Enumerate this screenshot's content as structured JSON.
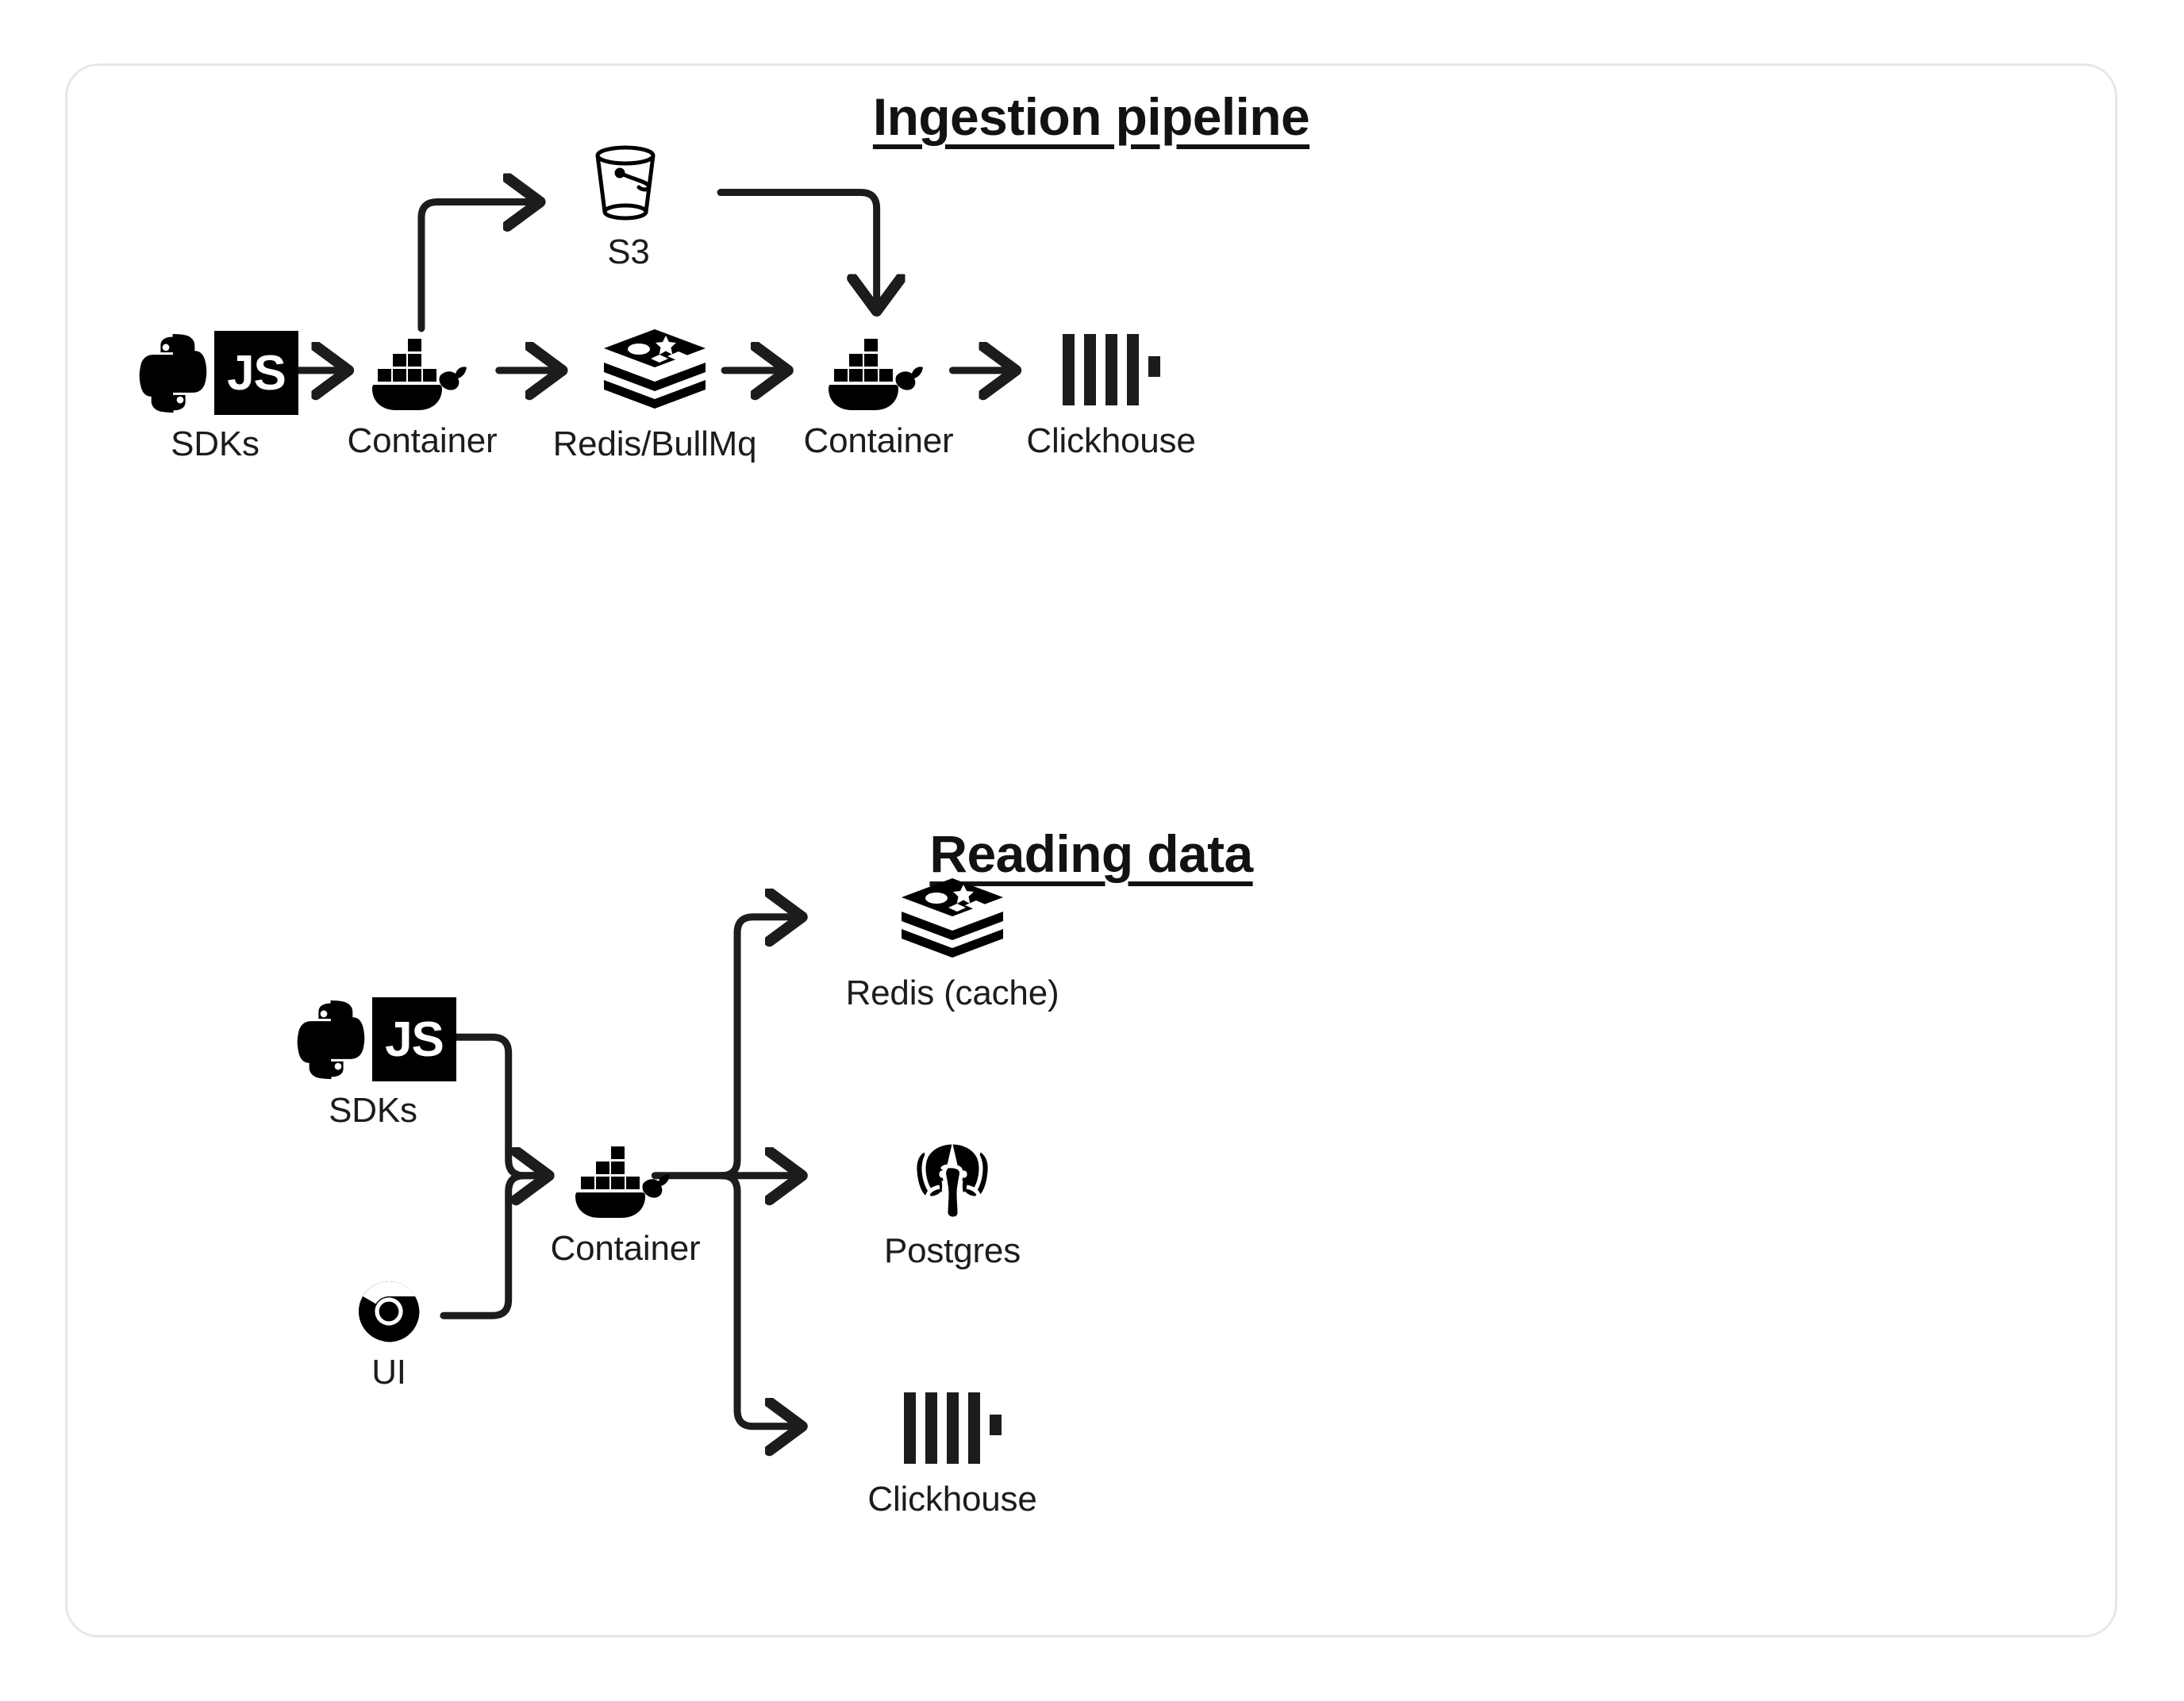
{
  "card": {
    "border_color": "#e7e7e7",
    "background": "#ffffff"
  },
  "sections": [
    {
      "id": "ingestion",
      "title": "Ingestion pipeline",
      "nodes": [
        {
          "id": "sdks-1",
          "label": "SDKs",
          "icon": "python-js-sdk-icon"
        },
        {
          "id": "container-1",
          "label": "Container",
          "icon": "docker-whale-icon"
        },
        {
          "id": "s3",
          "label": "S3",
          "icon": "s3-bucket-icon"
        },
        {
          "id": "redis-queue",
          "label": "Redis/BullMq",
          "icon": "redis-stack-icon"
        },
        {
          "id": "container-2",
          "label": "Container",
          "icon": "docker-whale-icon"
        },
        {
          "id": "clickhouse-1",
          "label": "Clickhouse",
          "icon": "clickhouse-bars-icon"
        }
      ],
      "edges": [
        {
          "from": "sdks-1",
          "to": "container-1",
          "style": "straight-arrow"
        },
        {
          "from": "container-1",
          "to": "s3",
          "style": "elbow-up-right-arrow"
        },
        {
          "from": "container-1",
          "to": "redis-queue",
          "style": "straight-arrow"
        },
        {
          "from": "s3",
          "to": "container-2",
          "style": "elbow-right-down-arrow"
        },
        {
          "from": "redis-queue",
          "to": "container-2",
          "style": "straight-arrow"
        },
        {
          "from": "container-2",
          "to": "clickhouse-1",
          "style": "straight-arrow"
        }
      ]
    },
    {
      "id": "reading",
      "title": "Reading data",
      "nodes": [
        {
          "id": "sdks-2",
          "label": "SDKs",
          "icon": "python-js-sdk-icon"
        },
        {
          "id": "ui",
          "label": "UI",
          "icon": "chrome-browser-icon"
        },
        {
          "id": "container-3",
          "label": "Container",
          "icon": "docker-whale-icon"
        },
        {
          "id": "redis-cache",
          "label": "Redis (cache)",
          "icon": "redis-stack-icon"
        },
        {
          "id": "postgres",
          "label": "Postgres",
          "icon": "postgres-elephant-icon"
        },
        {
          "id": "clickhouse-2",
          "label": "Clickhouse",
          "icon": "clickhouse-bars-icon"
        }
      ],
      "edges": [
        {
          "from": "sdks-2",
          "to": "container-3",
          "style": "merge-arrow"
        },
        {
          "from": "ui",
          "to": "container-3",
          "style": "merge-arrow"
        },
        {
          "from": "container-3",
          "to": "redis-cache",
          "style": "fork-up-arrow"
        },
        {
          "from": "container-3",
          "to": "postgres",
          "style": "fork-straight-arrow"
        },
        {
          "from": "container-3",
          "to": "clickhouse-2",
          "style": "fork-down-arrow"
        }
      ]
    }
  ],
  "icons": {
    "js_badge_text": "JS",
    "stroke_color": "#1c1c1c",
    "icon_color": "#000000"
  }
}
